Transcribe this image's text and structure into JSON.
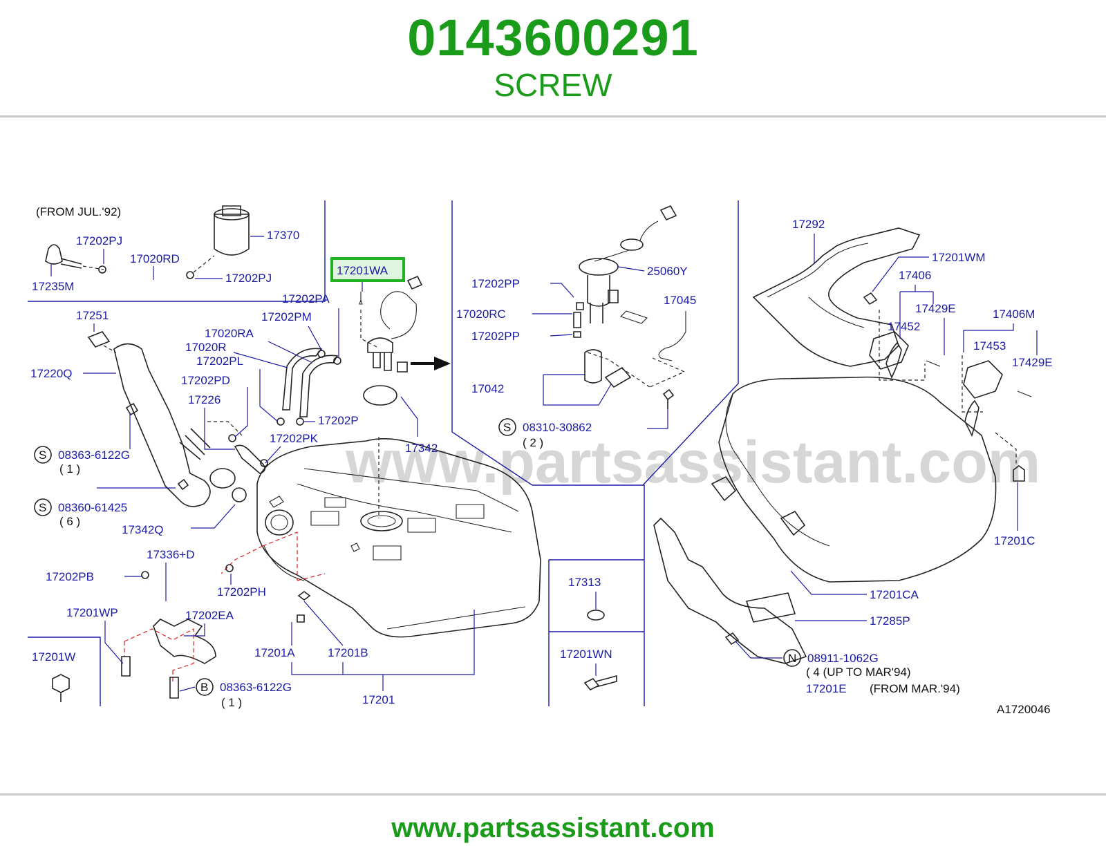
{
  "header": {
    "part_number": "0143600291",
    "part_name": "SCREW"
  },
  "footer": {
    "url": "www.partsassistant.com"
  },
  "diagram": {
    "watermark": "www.partsassistant.com",
    "figure_code": "A1720046",
    "highlighted_label": "17201WA",
    "notes": {
      "from_jul92": "(FROM   JUL.'92)",
      "up_to_mar94": "( 4   (UP   TO   MAR'94)",
      "from_mar94": "(FROM   MAR.'94)"
    },
    "symbols": {
      "s": "S",
      "b": "B",
      "n": "N"
    },
    "quantities": {
      "q1a": "( 1   )",
      "q6": "( 6   )",
      "q2": "( 2   )",
      "q1b": "( 1 )"
    },
    "labels": {
      "l17202PJ_a": "17202PJ",
      "l17370": "17370",
      "l17020RD": "17020RD",
      "l17202PJ_b": "17202PJ",
      "l17235M": "17235M",
      "l17202PA": "17202PA",
      "l17202PM": "17202PM",
      "l17251": "17251",
      "l17020RA": "17020RA",
      "l17020R": "17020R",
      "l17202PL": "17202PL",
      "l17220Q": "17220Q",
      "l17202PD": "17202PD",
      "l17226": "17226",
      "l17202P": "17202P",
      "l17342": "17342",
      "l08363_6122G_a": "08363-6122G",
      "l17202PK": "17202PK",
      "l08360_61425": "08360-61425",
      "l17342Q": "17342Q",
      "l17336D": "17336+D",
      "l17202PB": "17202PB",
      "l17202PH": "17202PH",
      "l17201WP": "17201WP",
      "l17202EA": "17202EA",
      "l17201W": "17201W",
      "l17201A": "17201A",
      "l17201B": "17201B",
      "l08363_6122G_b": "08363-6122G",
      "l17201": "17201",
      "l17202PP_a": "17202PP",
      "l25060Y": "25060Y",
      "l17020RC": "17020RC",
      "l17045": "17045",
      "l17202PP_b": "17202PP",
      "l17042": "17042",
      "l08310_30862": "08310-30862",
      "l17313": "17313",
      "l17201WN": "17201WN",
      "l17292": "17292",
      "l17201WM": "17201WM",
      "l17406": "17406",
      "l17429E_a": "17429E",
      "l17452": "17452",
      "l17406M": "17406M",
      "l17453": "17453",
      "l17429E_b": "17429E",
      "l17201C": "17201C",
      "l17201CA": "17201CA",
      "l17285P": "17285P",
      "l08911_1062G": "08911-1062G",
      "l17201E": "17201E"
    },
    "colors": {
      "label": "#1a1aa8",
      "highlight": "#22b322",
      "highlight_fill": "#dff5df",
      "brand": "#1a9c1a"
    }
  }
}
